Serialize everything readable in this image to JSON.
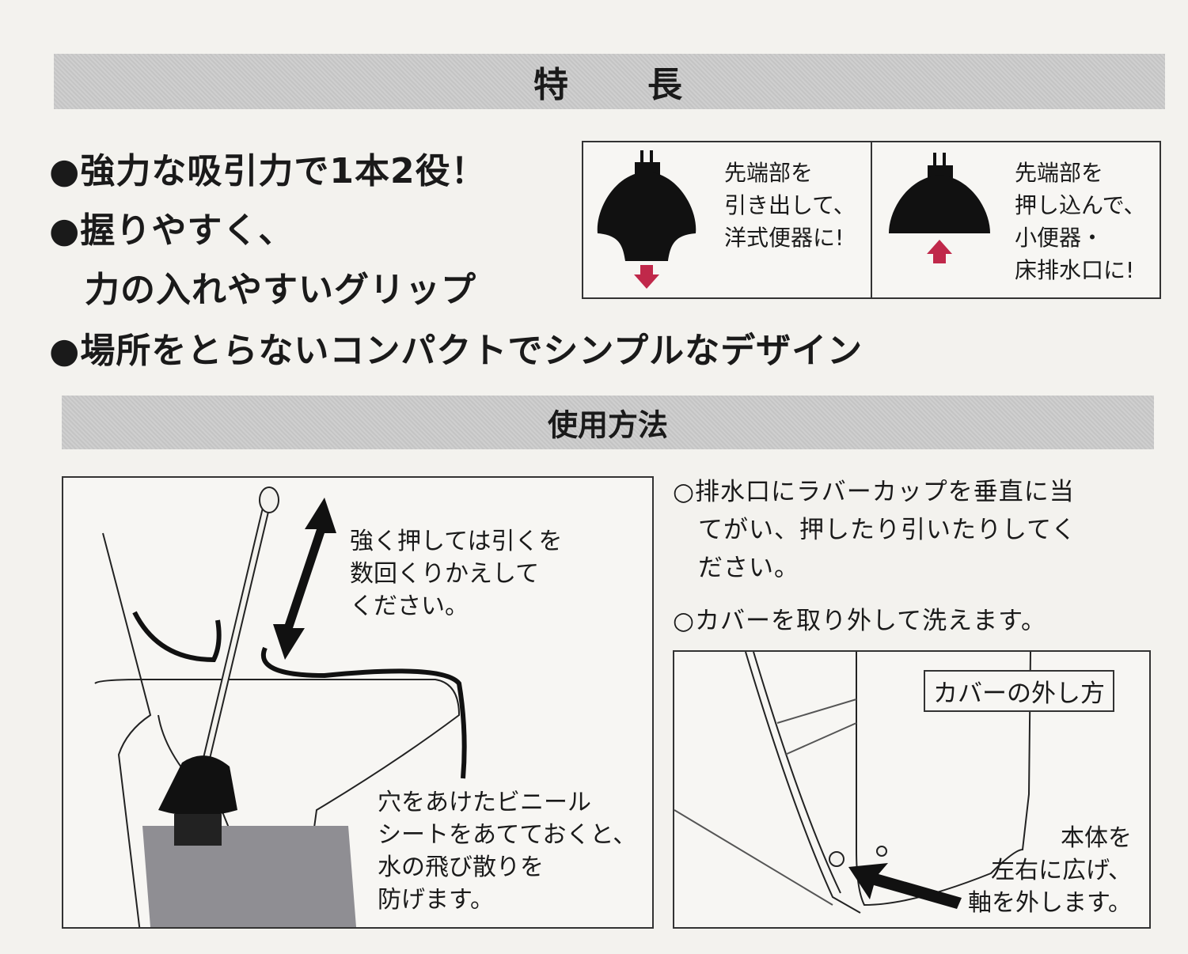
{
  "features": {
    "title": "特　　長",
    "bullets": [
      "●強力な吸引力で1本2役！",
      "●握りやすく、",
      "　力の入れやすいグリップ",
      "●場所をとらないコンパクトでシンプルなデザイン"
    ],
    "mode_pull": {
      "lines": [
        "先端部を",
        "引き出して、",
        "洋式便器に!"
      ],
      "arrow_color": "#c0284a"
    },
    "mode_push": {
      "lines": [
        "先端部を",
        "押し込んで、",
        "小便器・",
        "床排水口に!"
      ],
      "arrow_color": "#c0284a"
    }
  },
  "usage": {
    "title": "使用方法",
    "illustration_left": {
      "callout_top": [
        "強く押しては引くを",
        "数回くりかえして",
        "ください。"
      ],
      "callout_bottom": [
        "穴をあけたビニール",
        "シートをあてておくと、",
        "水の飛び散りを",
        "防げます。"
      ]
    },
    "instructions": [
      "○排水口にラバーカップを垂直に当",
      "　てがい、押したり引いたりしてく",
      "　ださい。",
      "○カバーを取り外して洗えます。"
    ],
    "illustration_right": {
      "label": "カバーの外し方",
      "callout": [
        "本体を",
        "左右に広げ、",
        "軸を外します。"
      ]
    }
  }
}
